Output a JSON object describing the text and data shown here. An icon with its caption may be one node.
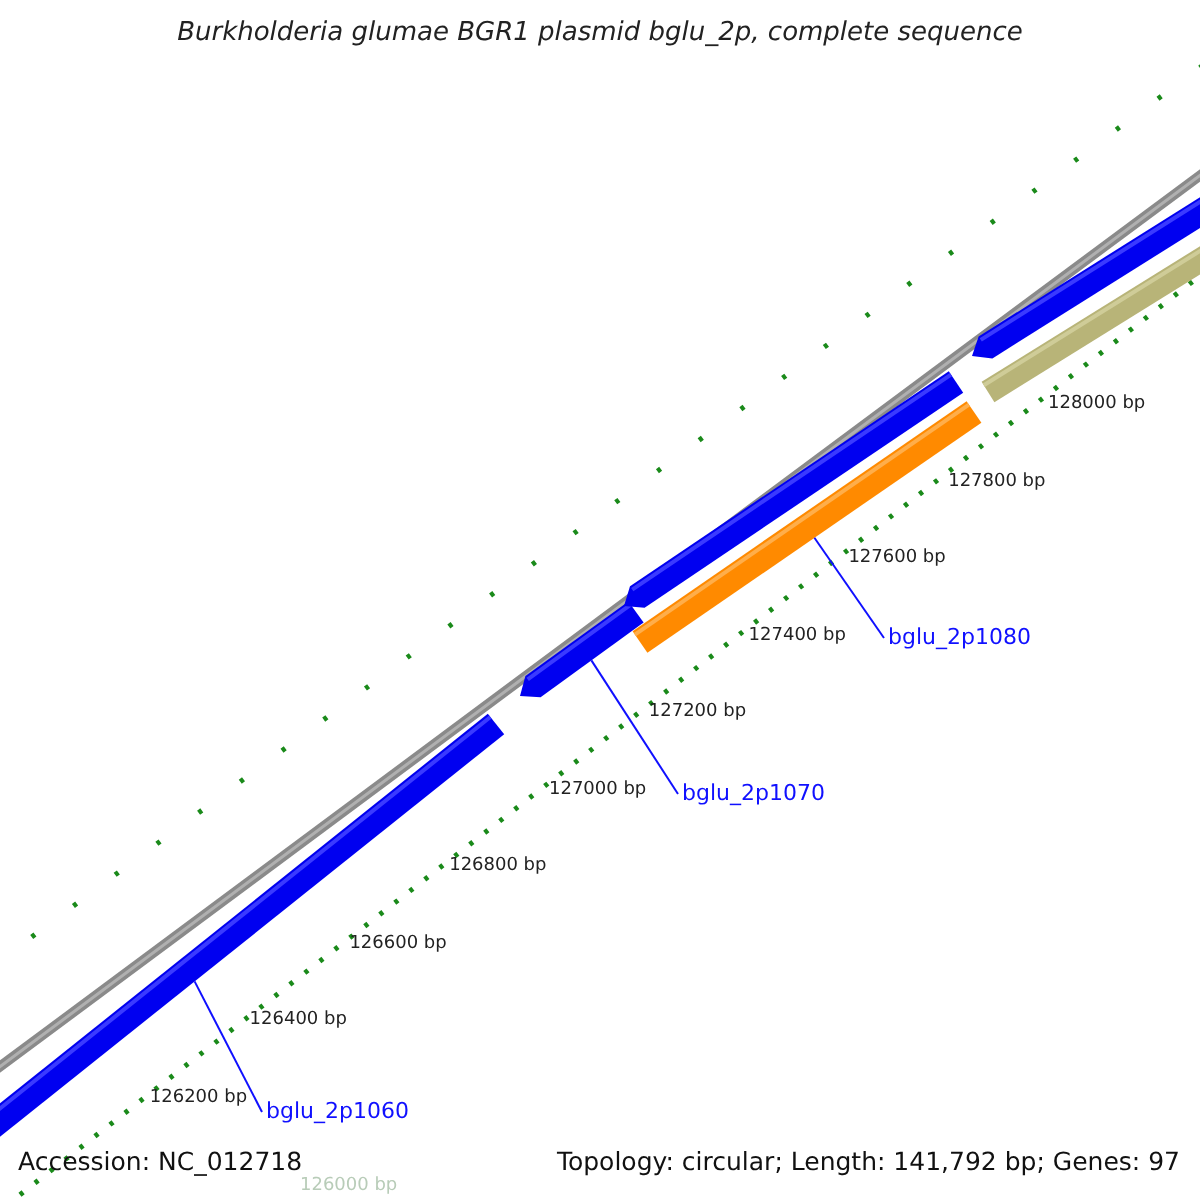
{
  "diagram": {
    "title": "Burkholderia glumae BGR1 plasmid bglu_2p, complete sequence",
    "nodes": [
      {
        "text": [
          "bglu_2p1060"
        ]
      },
      {
        "text": [
          "bglu_2p1070"
        ]
      },
      {
        "text": [
          "bglu_2p1080"
        ]
      },
      {
        "text": [],
        "shape": "bar"
      },
      {
        "text": [],
        "shape": "bar"
      },
      {
        "text": [],
        "shape": "bar"
      },
      {
        "text": [],
        "shape": "bar"
      },
      {
        "text": [],
        "shape": "bar"
      },
      {
        "text": [],
        "shape": "bar"
      }
    ],
    "edges": [
      {
        "from": 0,
        "to": 3,
        "arrow": "none"
      },
      {
        "from": 1,
        "to": 4,
        "arrow": "none"
      },
      {
        "from": 2,
        "to": 6,
        "arrow": "none"
      }
    ],
    "labels": [
      "128000 bp",
      "127800 bp",
      "127600 bp",
      "127400 bp",
      "127200 bp",
      "127000 bp",
      "126800 bp",
      "126600 bp",
      "126400 bp",
      "126200 bp",
      "126000 bp",
      "Accession: NC_012718",
      "Topology: circular; Length: 141,792 bp; Genes: 97"
    ]
  }
}
